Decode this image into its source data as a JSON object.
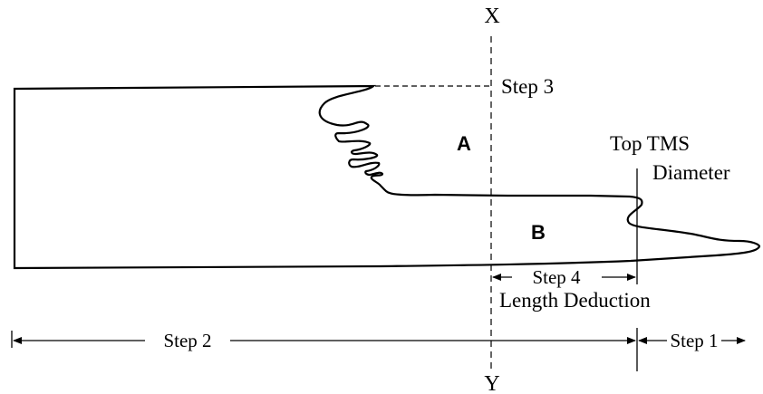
{
  "axis_labels": {
    "top": "X",
    "bottom": "Y"
  },
  "region_labels": {
    "a": "A",
    "b": "B"
  },
  "annotations": {
    "step3": "Step 3",
    "top_tms_line1": "Top TMS",
    "top_tms_line2": "Diameter",
    "length_deduction": "Length Deduction"
  },
  "dimension_labels": {
    "step1": "Step 1",
    "step2": "Step 2",
    "step4": "Step 4"
  }
}
